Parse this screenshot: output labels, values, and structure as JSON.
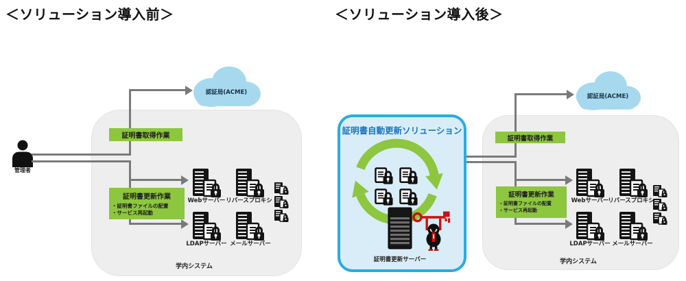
{
  "colors": {
    "accent_green": "#8DC63F",
    "connector_gray": "#7a7a7a",
    "cloud_blue": "#A6D9EE",
    "solution_border_blue": "#29ABE2",
    "solution_fill_blue": "#D8EDF8",
    "solution_title_blue": "#1C75BC",
    "mascot_red": "#CC1111"
  },
  "icons": {
    "admin": "person-icon",
    "certificate_authority": "cloud-icon",
    "server": "server-certificate-icon",
    "more_servers": "stacked-servers-icon",
    "renewal_cycle": "auto-renewal-cycle-icon",
    "renewal_server": "rack-server-icon",
    "mascot": "robot-key-icon",
    "certificate": "certificate-lock-icon"
  },
  "before": {
    "heading": "＜ソリューション導入前＞",
    "admin_label": "管理者",
    "ca_label": "認証局(ACME)",
    "acquire_label": "証明書取得作業",
    "renew_title": "証明書更新作業",
    "renew_bullets": [
      "・証明書ファイルの配置",
      "・サービス再起動"
    ],
    "servers": [
      "Webサーバー",
      "リバースプロキシ",
      "LDAPサーバー",
      "メールサーバー"
    ],
    "system_label": "学内システム"
  },
  "after": {
    "heading": "＜ソリューション導入後＞",
    "solution_title": "証明書自動更新ソリューション",
    "solution_server_label": "証明書更新サーバー",
    "ca_label": "認証局(ACME)",
    "acquire_label": "証明書取得作業",
    "renew_title": "証明書更新作業",
    "renew_bullets": [
      "・証明書ファイルの配置",
      "・サービス再起動"
    ],
    "servers": [
      "Webサーバー",
      "リバースプロキシ",
      "LDAPサーバー",
      "メールサーバー"
    ],
    "system_label": "学内システム"
  }
}
